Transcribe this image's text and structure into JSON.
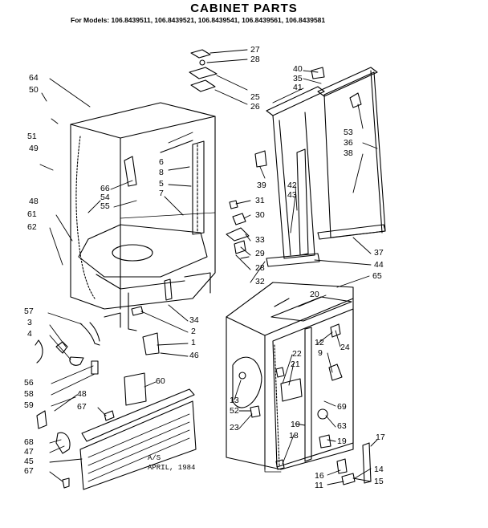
{
  "header": {
    "title": "CABINET PARTS",
    "models": "For Models: 106.8439511, 106.8439521, 106.8439541, 106.8439561, 106.8439581"
  },
  "footer": {
    "page_code": "A/S",
    "date": "APRIL, 1984"
  },
  "callouts": {
    "c64": "64",
    "c50": "50",
    "c51": "51",
    "c49": "49",
    "c48": "48",
    "c61": "61",
    "c62": "62",
    "c66": "66",
    "c54": "54",
    "c55": "55",
    "c6": "6",
    "c8": "8",
    "c5": "5",
    "c7": "7",
    "c27": "27",
    "c28a": "28",
    "c40": "40",
    "c35": "35",
    "c41": "41",
    "c25": "25",
    "c26": "26",
    "c53": "53",
    "c36": "36",
    "c38": "38",
    "c39": "39",
    "c42": "42",
    "c43": "43",
    "c31": "31",
    "c30": "30",
    "c33": "33",
    "c29": "29",
    "c28b": "28",
    "c32": "32",
    "c37": "37",
    "c44": "44",
    "c65": "65",
    "c57": "57",
    "c3": "3",
    "c4": "4",
    "c56": "56",
    "c58": "58",
    "c59": "59",
    "c34": "34",
    "c2": "2",
    "c1": "1",
    "c46": "46",
    "c60": "60",
    "c48b": "48",
    "c67a": "67",
    "c68": "68",
    "c47": "47",
    "c45": "45",
    "c67b": "67",
    "c20": "20",
    "c12": "12",
    "c24": "24",
    "c9": "9",
    "c22": "22",
    "c21": "21",
    "c13": "13",
    "c52": "52",
    "c23": "23",
    "c69": "69",
    "c10": "10",
    "c63": "63",
    "c18": "18",
    "c19": "19",
    "c17": "17",
    "c14": "14",
    "c16": "16",
    "c15": "15",
    "c11": "11"
  }
}
